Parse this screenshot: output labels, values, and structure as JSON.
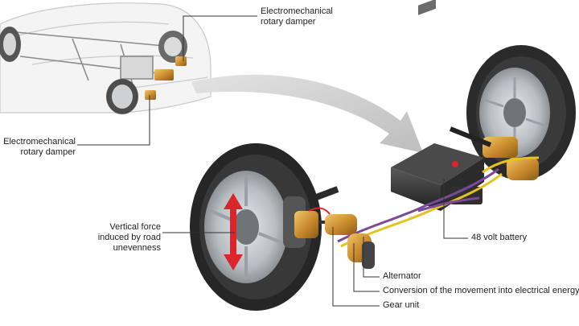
{
  "labels": {
    "damper_top": [
      "Electromechanical",
      "rotary damper"
    ],
    "damper_left": [
      "Electromechanical",
      "rotary damper"
    ],
    "vertical_force": [
      "Vertical force",
      "induced by road",
      "unevenness"
    ],
    "battery": "48 volt battery",
    "alternator": "Alternator",
    "conversion": "Conversion of the movement into electrical energy",
    "gear_unit": "Gear unit"
  },
  "colors": {
    "leader_line": "#333333",
    "arrow": "#cfcfcf",
    "tire": "#2a2a2a",
    "rim": "#bfc3c7",
    "damper": "#c8892c",
    "force_arrow": "#d9262c",
    "cable_purple": "#7a4a9a",
    "cable_yellow": "#e6c21c",
    "battery_body": "#333333"
  }
}
